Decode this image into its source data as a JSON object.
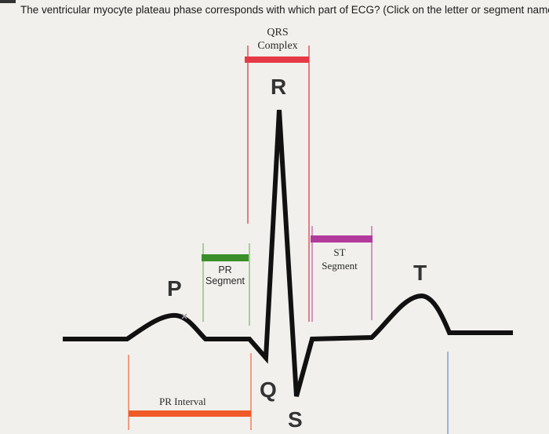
{
  "question": "The ventricular myocyte plateau phase corresponds with which part of ECG? (Click on the letter or segment name.)",
  "waves": {
    "p": "P",
    "q": "Q",
    "r": "R",
    "s": "S",
    "t": "T"
  },
  "segments": {
    "qrs_line1": "QRS",
    "qrs_line2": "Complex",
    "pr_segment_line1": "PR",
    "pr_segment_line2": "Segment",
    "st_segment_line1": "ST",
    "st_segment_line2": "Segment",
    "pr_interval": "PR Interval"
  },
  "colors": {
    "qrs_bar": "#e63946",
    "pr_segment_bar": "#3a8f2a",
    "st_segment_bar": "#b23a9c",
    "pr_interval_bar": "#f05a28",
    "t_marker": "#7aa0d6",
    "trace": "#111111"
  }
}
